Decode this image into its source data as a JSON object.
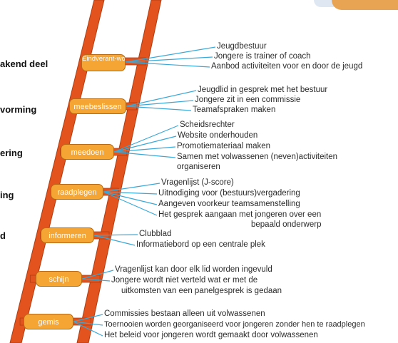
{
  "left_labels": [
    "akend deel",
    "vorming",
    "ering",
    "ing",
    "d"
  ],
  "rungs": [
    {
      "label": "Eindverant-woordelijk",
      "items": [
        "Jeugdbestuur",
        "Jongere is trainer of coach",
        "Aanbod activiteiten voor en door de jeugd"
      ]
    },
    {
      "label": "meebeslissen",
      "items": [
        "Jeugdlid in gesprek met het bestuur",
        "Jongere zit in een commissie",
        "Teamafspraken maken"
      ]
    },
    {
      "label": "meedoen",
      "items": [
        "Scheidsrechter",
        "Website onderhouden",
        "Promotiemateriaal maken",
        "Samen met volwassenen (neven)activiteiten",
        "organiseren"
      ]
    },
    {
      "label": "raadplegen",
      "items": [
        "Vragenlijst (J-score)",
        "Uitnodiging voor (bestuurs)vergadering",
        "Aangeven voorkeur teamsamenstelling",
        "Het gesprek aangaan met jongeren over een",
        "bepaald onderwerp"
      ]
    },
    {
      "label": "informeren",
      "items": [
        "Clubblad",
        "Informatiebord op een centrale plek"
      ]
    },
    {
      "label": "schijn",
      "items": [
        "Vragenlijst kan door elk lid worden ingevuld",
        "Jongere wordt niet verteld wat er met de",
        "uitkomsten van een panelgesprek is gedaan"
      ]
    },
    {
      "label": "gemis",
      "items": [
        "Commissies bestaan alleen uit volwassenen",
        "Toernooien worden georganiseerd voor jongeren zonder hen te raadplegen",
        "Het beleid voor jongeren wordt gemaakt door volwassenen"
      ]
    }
  ],
  "colors": {
    "ladder": "#e2531e",
    "ladder_dark": "#b13d12",
    "rung_label": "#f4a533",
    "connector": "#3aa9d8"
  }
}
